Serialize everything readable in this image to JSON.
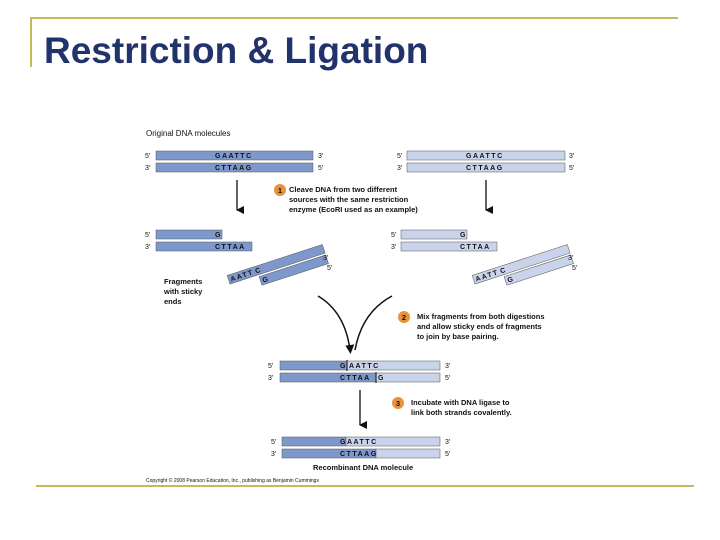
{
  "slide": {
    "title": "Restriction & Ligation",
    "accent_color": "#c8b85a",
    "title_color": "#22336b"
  },
  "figure": {
    "header": "Original DNA molecules",
    "strand_colors": {
      "left_molecule": "#7f98cc",
      "right_molecule": "#c9d3ea"
    },
    "end_labels": {
      "five_prime": "5′",
      "three_prime": "3′"
    },
    "seq_top": "GAATTC",
    "seq_bottom": "CTTAAG",
    "frag_g": "G",
    "frag_cttaa": "CTTAA",
    "frag_c": "C",
    "frag_aatt": "AATT",
    "steps": [
      {
        "number": "1",
        "lines": [
          "Cleave DNA from two different",
          "sources with the same restriction",
          "enzyme (EcoRI used as an example)"
        ]
      },
      {
        "number": "2",
        "lines": [
          "Mix fragments from both digestions",
          "and allow sticky ends of fragments",
          "to join by base pairing."
        ]
      },
      {
        "number": "3",
        "lines": [
          "Incubate with DNA ligase to",
          "link both strands covalently."
        ]
      }
    ],
    "sticky_label": [
      "Fragments",
      "with sticky",
      "ends"
    ],
    "mixed_top_right": "AATTC",
    "mixed_bottom_left": "CTTAA",
    "recombinant_top": "GAATTC",
    "recombinant_bottom": "CTTAAG",
    "footer_label": "Recombinant DNA molecule",
    "copyright": "Copyright © 2008 Pearson Education, Inc., publishing as Benjamin Cummings"
  }
}
